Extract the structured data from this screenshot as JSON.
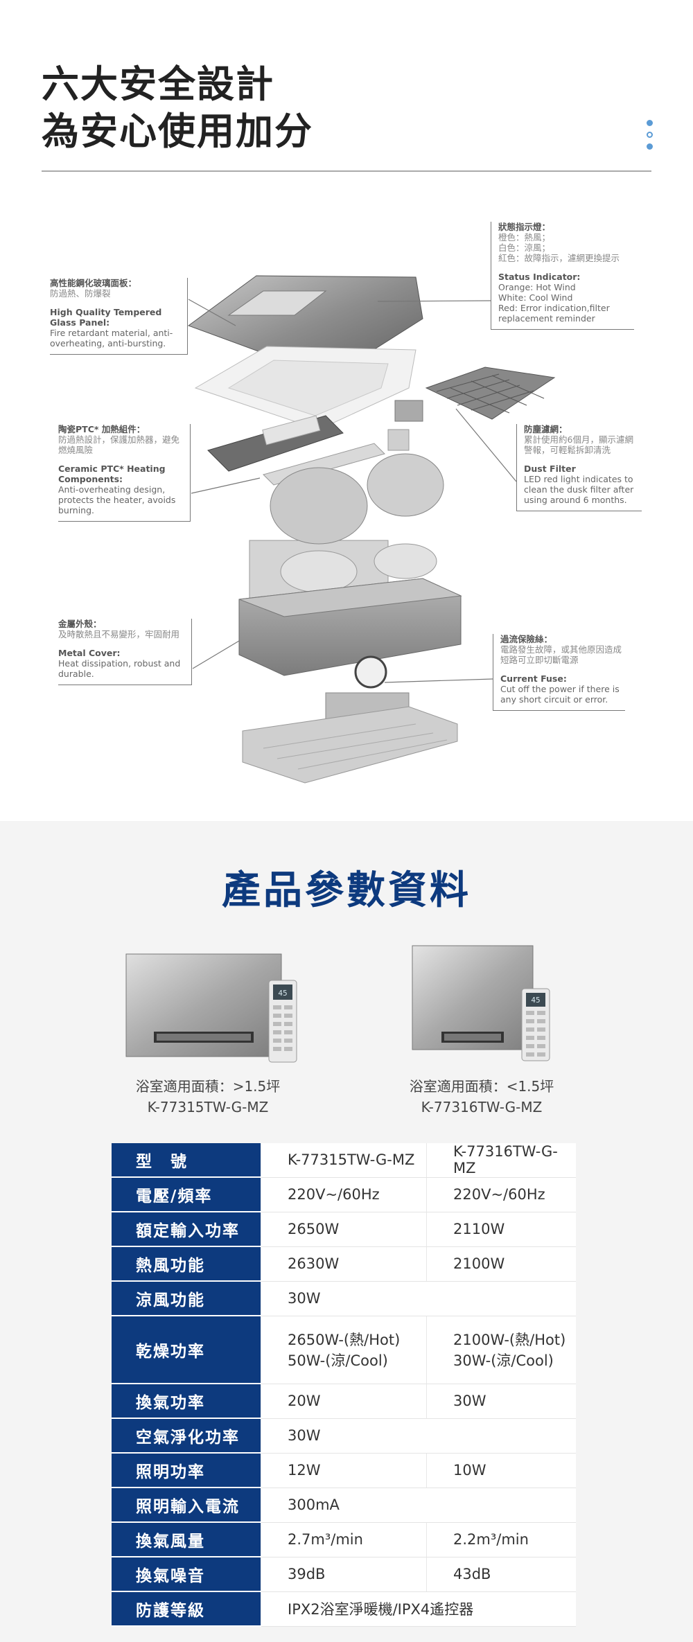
{
  "hero": {
    "title_line1": "六大安全設計",
    "title_line2": "為安心使用加分"
  },
  "callouts": {
    "glass_panel": {
      "zh_title": "高性能鋼化玻璃面板：",
      "zh_desc": "防過熱、防爆裂",
      "en_title": "High Quality Tempered Glass Panel:",
      "en_desc": "Fire retardant material, anti-overheating, anti-bursting."
    },
    "ptc": {
      "zh_title": "陶瓷PTC* 加熱組件：",
      "zh_desc": "防過熱設計，保護加熱器，避免燃燒風險",
      "en_title": "Ceramic PTC* Heating Components:",
      "en_desc": "Anti-overheating design, protects the heater, avoids burning."
    },
    "metal_cover": {
      "zh_title": "金屬外殼：",
      "zh_desc": "及時散熱且不易變形，牢固耐用",
      "en_title": "Metal Cover:",
      "en_desc": "Heat dissipation, robust and durable."
    },
    "status_indicator": {
      "zh_title": "狀態指示燈：",
      "zh_line1": "橙色：熱風；",
      "zh_line2": "白色：涼風；",
      "zh_line3": "紅色：故障指示，濾網更換提示",
      "en_title": "Status Indicator:",
      "en_line1": "Orange: Hot Wind",
      "en_line2": "White: Cool Wind",
      "en_line3": "Red: Error indication,filter replacement reminder"
    },
    "dust_filter": {
      "zh_title": "防塵濾網：",
      "zh_desc": "累計使用約6個月，顯示濾網警報，可輕鬆拆卸清洗",
      "en_title": "Dust Filter",
      "en_desc": "LED red light indicates to clean the dusk filter after using around 6 months."
    },
    "current_fuse": {
      "zh_title": "過流保險絲：",
      "zh_desc": "電路發生故障，或其他原因造成短路可立即切斷電源",
      "en_title": "Current Fuse:",
      "en_desc": "Cut off the power if there is any short circuit or error."
    }
  },
  "specs": {
    "title": "產品參數資料",
    "products": [
      {
        "area": "浴室適用面積：>1.5坪",
        "model": "K-77315TW-G-MZ",
        "display": "45"
      },
      {
        "area": "浴室適用面積：<1.5坪",
        "model": "K-77316TW-G-MZ",
        "display": "45"
      }
    ],
    "rows": {
      "model": {
        "label": "型　號",
        "a": "K-77315TW-G-MZ",
        "b": "K-77316TW-G-MZ"
      },
      "voltage": {
        "label": "電壓/頻率",
        "a": "220V~/60Hz",
        "b": "220V~/60Hz"
      },
      "rated_power": {
        "label": "額定輸入功率",
        "a": "2650W",
        "b": "2110W"
      },
      "hot_wind": {
        "label": "熱風功能",
        "a": "2630W",
        "b": "2100W"
      },
      "cool_wind": {
        "label": "涼風功能",
        "a": "30W"
      },
      "dry": {
        "label": "乾燥功率",
        "a1": "2650W-(熱/Hot)",
        "a2": "50W-(涼/Cool)",
        "b1": "2100W-(熱/Hot)",
        "b2": "30W-(涼/Cool)"
      },
      "ventilation": {
        "label": "換氣功率",
        "a": "20W",
        "b": "30W"
      },
      "purify": {
        "label": "空氣淨化功率",
        "a": "30W"
      },
      "light_power": {
        "label": "照明功率",
        "a": "12W",
        "b": "10W"
      },
      "light_current": {
        "label": "照明輸入電流",
        "a": "300mA"
      },
      "airflow": {
        "label": "換氣風量",
        "a": "2.7m³/min",
        "b": "2.2m³/min"
      },
      "noise": {
        "label": "換氣噪音",
        "a": "39dB",
        "b": "43dB"
      },
      "protection": {
        "label": "防護等級",
        "a": "IPX2浴室淨暖機/IPX4遙控器"
      }
    }
  }
}
